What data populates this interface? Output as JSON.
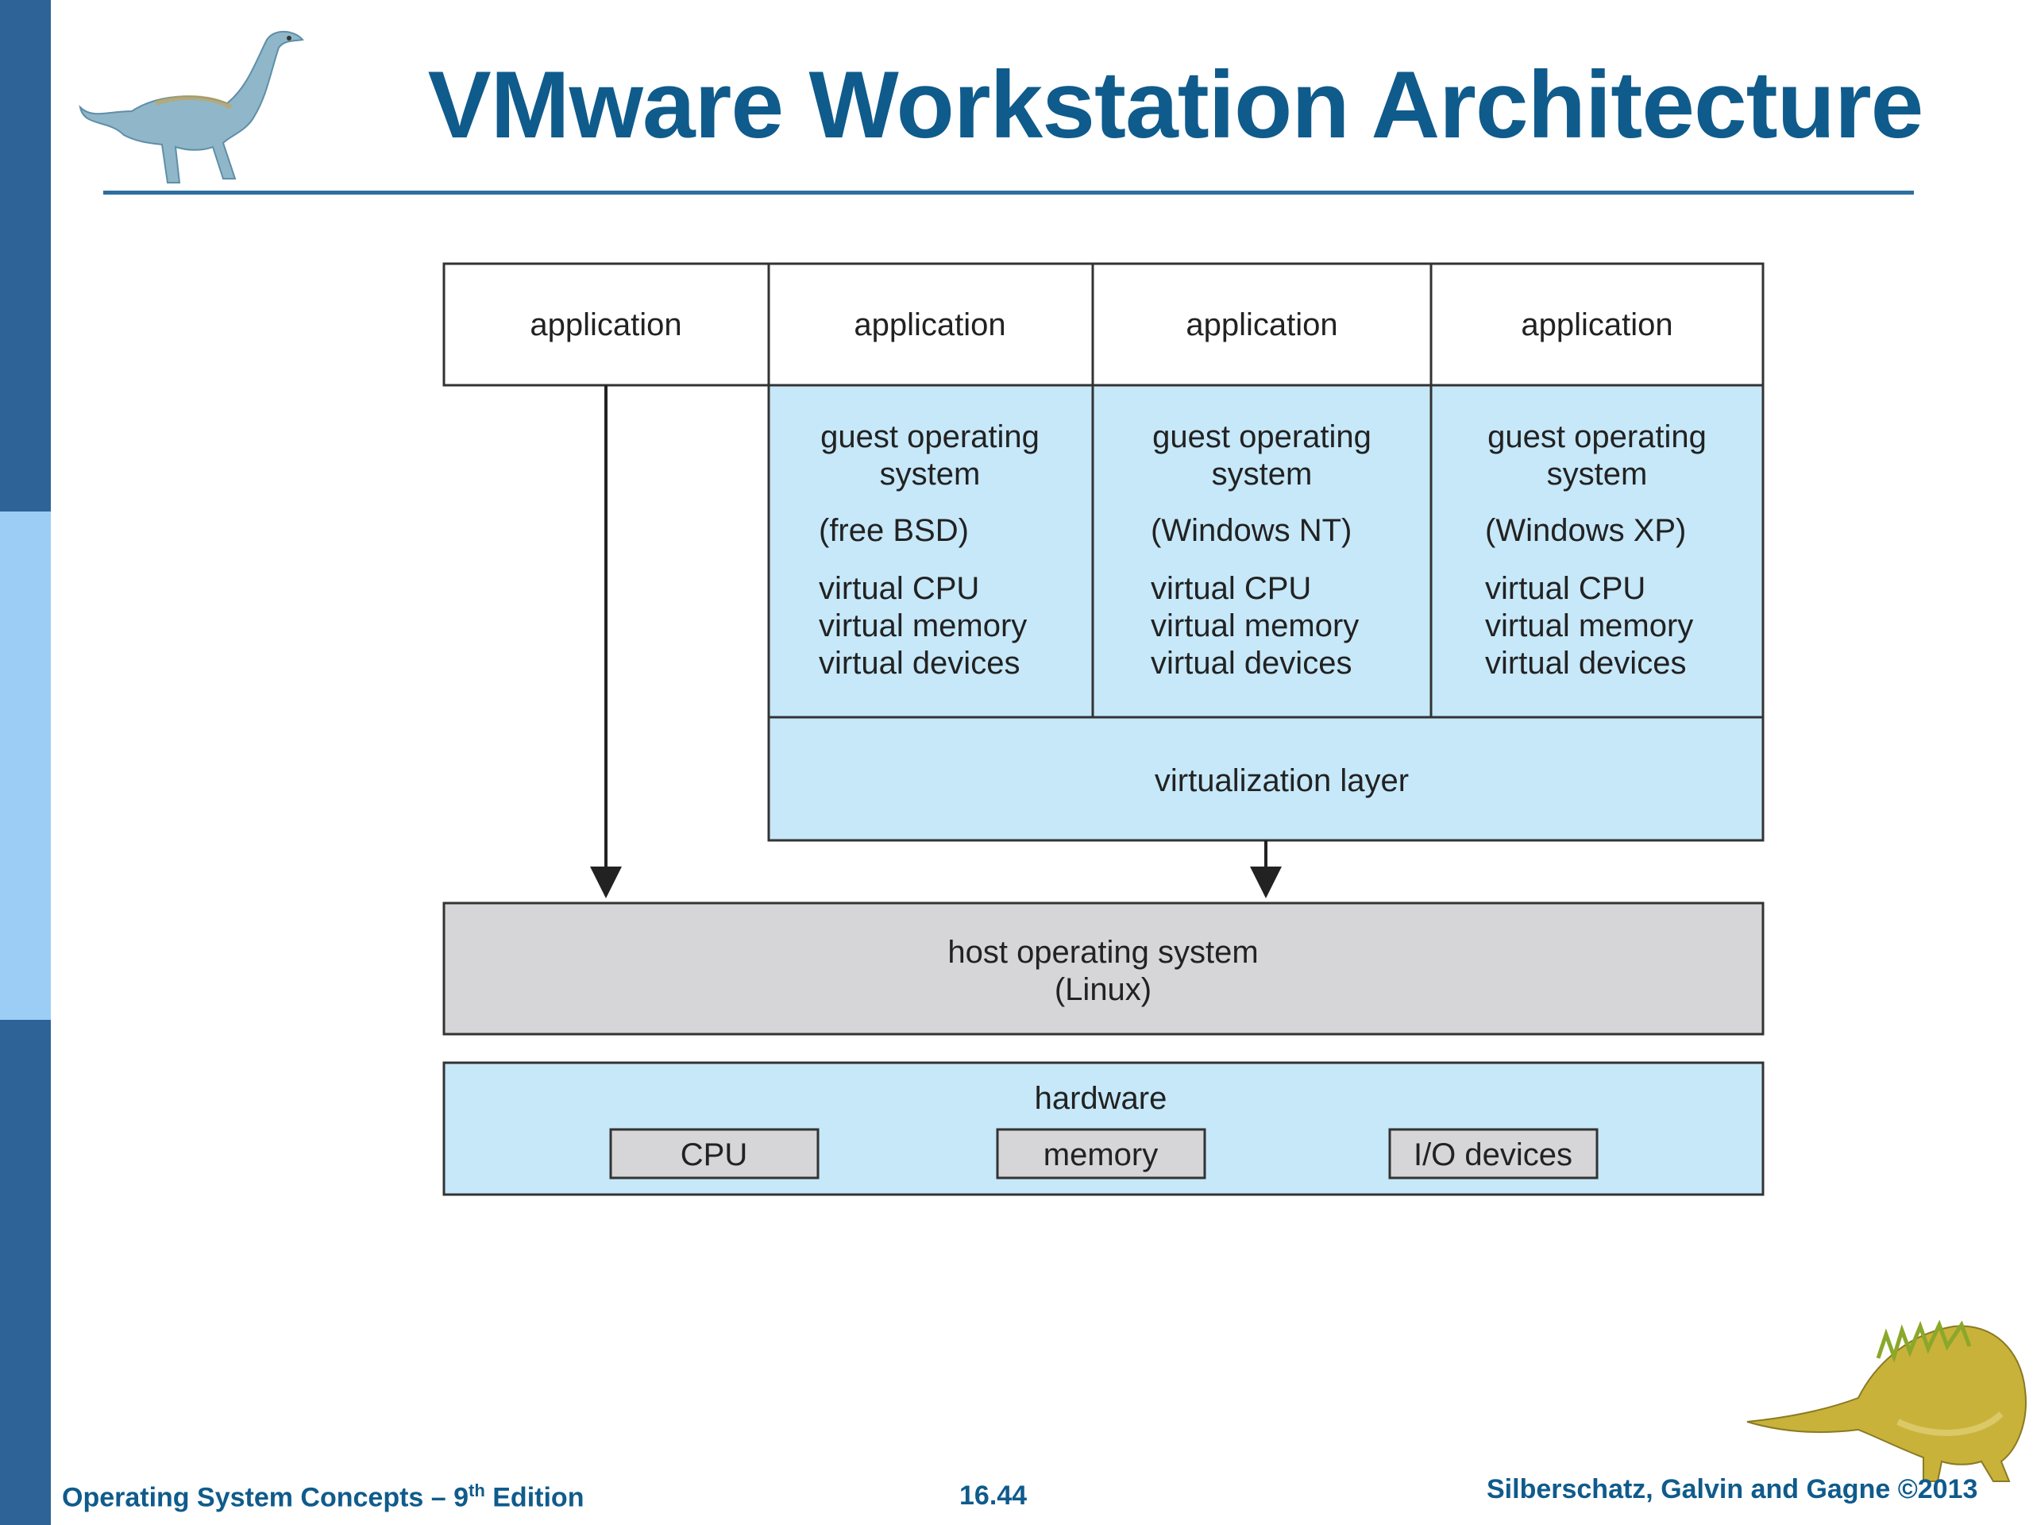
{
  "slide": {
    "title": "VMware Workstation Architecture"
  },
  "diagram": {
    "applications": [
      "application",
      "application",
      "application",
      "application"
    ],
    "guests": [
      {
        "label": "guest operating system",
        "label_line1": "guest operating",
        "label_line2": "system",
        "os": "(free BSD)",
        "cpu": "virtual CPU",
        "memory": "virtual memory",
        "devices": "virtual devices"
      },
      {
        "label": "guest operating system",
        "label_line1": "guest operating",
        "label_line2": "system",
        "os": "(Windows NT)",
        "cpu": "virtual CPU",
        "memory": "virtual memory",
        "devices": "virtual devices"
      },
      {
        "label": "guest operating system",
        "label_line1": "guest operating",
        "label_line2": "system",
        "os": "(Windows XP)",
        "cpu": "virtual CPU",
        "memory": "virtual memory",
        "devices": "virtual devices"
      }
    ],
    "virtualization_layer": "virtualization layer",
    "host_os": {
      "line1": "host operating system",
      "line2": "(Linux)"
    },
    "hardware": {
      "label": "hardware",
      "components": [
        "CPU",
        "memory",
        "I/O devices"
      ]
    },
    "colors": {
      "guest_fill": "#c6e8f9",
      "host_fill": "#d6d6d8",
      "component_fill": "#d6d6d8"
    }
  },
  "footer": {
    "book_prefix": "Operating System Concepts – 9",
    "book_sup": "th",
    "book_suffix": " Edition",
    "page_number": "16.44",
    "copyright": "Silberschatz, Galvin and Gagne ©2013"
  }
}
